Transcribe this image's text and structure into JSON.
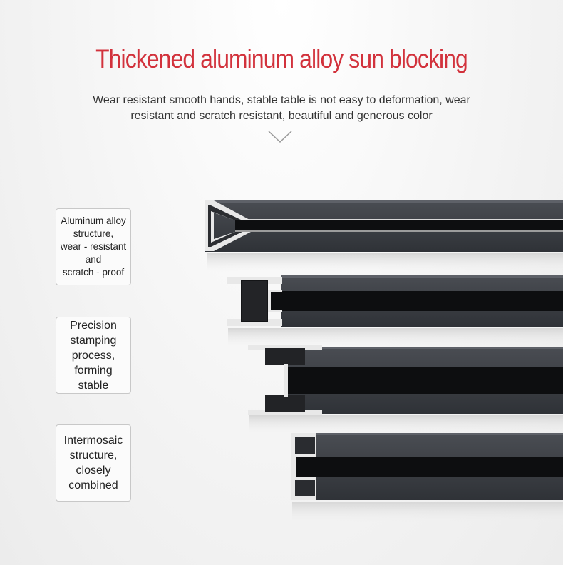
{
  "title": "Thickened aluminum alloy sun blocking",
  "subtitle_line1": "Wear resistant smooth hands, stable table is not easy to deformation, wear",
  "subtitle_line2": "resistant and scratch resistant, beautiful and generous color",
  "features": [
    {
      "lines": [
        "Aluminum alloy",
        "structure,",
        "wear - resistant",
        "and",
        "scratch - proof"
      ]
    },
    {
      "lines": [
        "Precision",
        "stamping",
        "process,",
        "forming stable"
      ]
    },
    {
      "lines": [
        "Intermosaic",
        "structure,",
        "closely",
        "combined"
      ]
    }
  ],
  "colors": {
    "title": "#d2323c",
    "profile_dark": "#3b3e44",
    "profile_black": "#0d0e10",
    "edge_silver": "#e6e6e6"
  },
  "icons": [
    "chevron-down-icon"
  ]
}
